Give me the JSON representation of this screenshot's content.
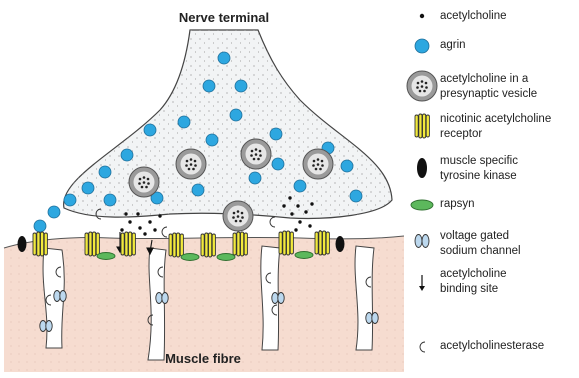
{
  "diagram": {
    "top_label": "Nerve terminal",
    "bottom_label": "Muscle fibre"
  },
  "legend": {
    "items": [
      {
        "id": "ach",
        "icon": "dot-icon",
        "label": "acetylcholine"
      },
      {
        "id": "agrin",
        "icon": "blue-circle-icon",
        "label": "agrin"
      },
      {
        "id": "vesicle",
        "icon": "vesicle-icon",
        "label": "acetylcholine in a\npresynaptic vesicle"
      },
      {
        "id": "nachr",
        "icon": "receptor-icon",
        "label": "nicotinic acetylcholine\nreceptor"
      },
      {
        "id": "musk",
        "icon": "black-oval-icon",
        "label": "muscle specific\ntyrosine kinase"
      },
      {
        "id": "rapsyn",
        "icon": "green-oval-icon",
        "label": "rapsyn"
      },
      {
        "id": "nav",
        "icon": "double-oval-icon",
        "label": "voltage gated\nsodium channel"
      },
      {
        "id": "site",
        "icon": "arrow-icon",
        "label": "acetylcholine\nbinding site"
      },
      {
        "id": "ache",
        "icon": "crescent-icon",
        "label": "acetylcholinesterase"
      }
    ]
  },
  "colors": {
    "agrin": "#2da7e0",
    "receptor": "#f2ea3c",
    "rapsyn": "#5cb85c",
    "muscle": "#f6dcd0",
    "terminal": "#f2f4f5",
    "vesicle": "#9a9a9a",
    "channel": "#bcd8ee"
  }
}
